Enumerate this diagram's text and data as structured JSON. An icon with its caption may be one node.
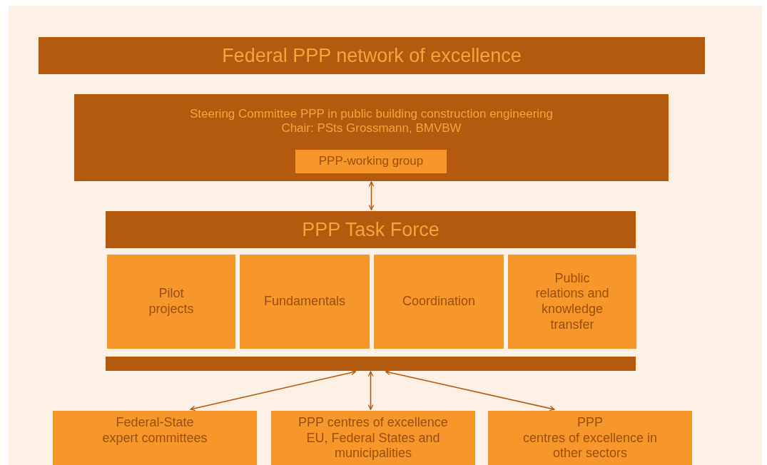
{
  "diagram": {
    "nodes": [
      {
        "text": [
          "Federal PPP network of excellence"
        ]
      },
      {
        "text": [
          "Steering Committee PPP in public building construction engineering",
          "Chair: PSts Grossmann, BMVBW"
        ]
      },
      {
        "text": [
          "PPP-working group"
        ],
        "in": 1
      },
      {
        "text": [
          "PPP Task Force"
        ]
      },
      {
        "text": [
          "Pilot projects"
        ]
      },
      {
        "text": [
          "Fundamentals"
        ]
      },
      {
        "text": [
          "Coordination"
        ]
      },
      {
        "text": [
          "Public relations and knowledge transfer"
        ]
      },
      {
        "text": [],
        "shape": "bar"
      },
      {
        "text": [
          "Federal-State expert committees"
        ]
      },
      {
        "text": [
          "PPP centres of excellence EU, Federal States and municipalities"
        ]
      },
      {
        "text": [
          "PPP",
          "centres of excellence in other sectors"
        ]
      }
    ],
    "edges": [
      {
        "from": 1,
        "to": 3,
        "arrow": "both"
      },
      {
        "from": 8,
        "to": 9,
        "arrow": "both"
      },
      {
        "from": 8,
        "to": 10,
        "arrow": "both"
      },
      {
        "from": 8,
        "to": 11,
        "arrow": "both"
      }
    ]
  }
}
